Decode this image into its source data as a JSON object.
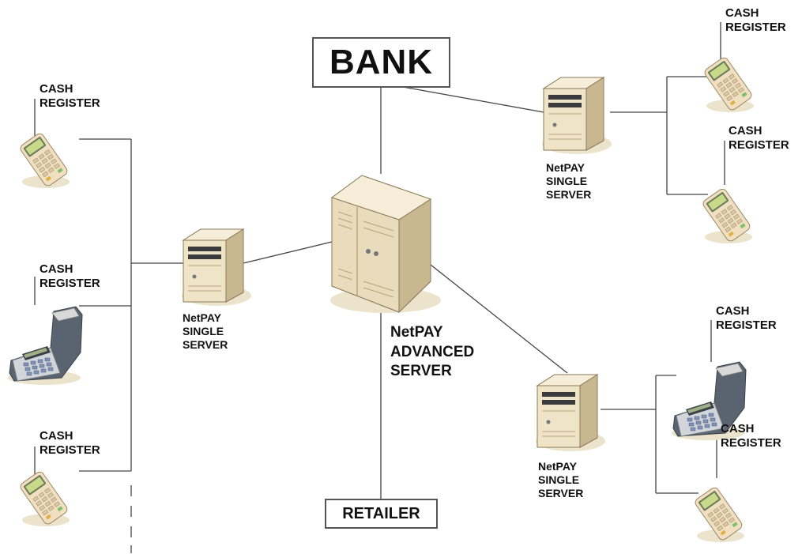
{
  "diagram": {
    "bank_label": "BANK",
    "retailer_label": "RETAILER",
    "advanced_server": {
      "line1": "NetPAY",
      "line2": "ADVANCED",
      "line3": "SERVER"
    },
    "single_server": {
      "line1": "NetPAY",
      "line2": "SINGLE",
      "line3": "SERVER"
    },
    "cash_register": {
      "line1": "CASH",
      "line2": "REGISTER"
    },
    "colors": {
      "line": "#444444",
      "server_body": "#efe4c8",
      "server_shade": "#c9b88f",
      "terminal_body": "#f0dfc0",
      "terminal_dark": "#5a6470",
      "screen": "#c9d98a"
    }
  }
}
